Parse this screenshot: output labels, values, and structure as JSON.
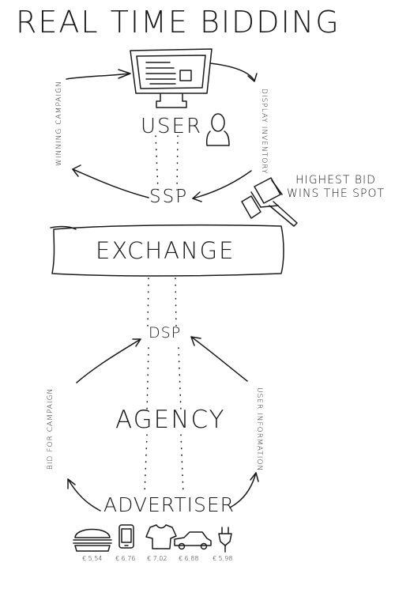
{
  "title": "REAL TIME BIDDING",
  "nodes": {
    "user": "USER",
    "ssp": "SSP",
    "exchange": "EXCHANGE",
    "dsp": "DSP",
    "agency": "AGENCY",
    "advertiser": "ADVERTISER"
  },
  "edges": {
    "winning_campaign": "WINNING CAMPAIGN",
    "display_inventory": "DISPLAY INVENTORY",
    "bid_for_campaign": "BID FOR CAMPAIGN",
    "user_information": "USER INFORMATION"
  },
  "auction_note": {
    "line1": "HIGHEST BID",
    "line2": "WINS THE SPOT"
  },
  "products": [
    {
      "icon": "burger-icon",
      "price": "€ 5,54"
    },
    {
      "icon": "smartphone-icon",
      "price": "€ 6,76"
    },
    {
      "icon": "tshirt-icon",
      "price": "€ 7,02"
    },
    {
      "icon": "car-icon",
      "price": "€ 6,88"
    },
    {
      "icon": "power-plug-icon",
      "price": "€ 5,98"
    }
  ]
}
